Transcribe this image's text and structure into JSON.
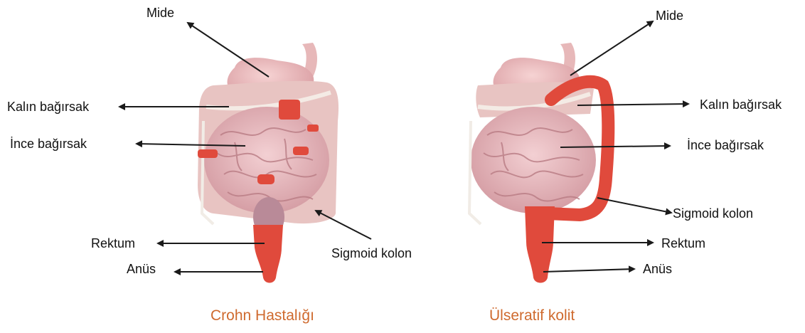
{
  "left_panel": {
    "caption": "Crohn Hastalığı",
    "labels": {
      "stomach": "Mide",
      "large_intestine": "Kalın bağırsak",
      "small_intestine": "İnce bağırsak",
      "rectum": "Rektum",
      "anus": "Anüs",
      "sigmoid": "Sigmoid kolon"
    }
  },
  "right_panel": {
    "caption": "Ülseratif kolit",
    "labels": {
      "stomach": "Mide",
      "large_intestine": "Kalın bağırsak",
      "small_intestine": "İnce bağırsak",
      "sigmoid": "Sigmoid kolon",
      "rectum": "Rektum",
      "anus": "Anüs"
    }
  },
  "colors": {
    "caption": "#cf6a2e",
    "inflamed": "#e04a3c",
    "tissue": "#e9b9bd",
    "tissue_dark": "#c98f96",
    "colon_band": "#f2e6df",
    "arrow": "#1a1a1a"
  }
}
